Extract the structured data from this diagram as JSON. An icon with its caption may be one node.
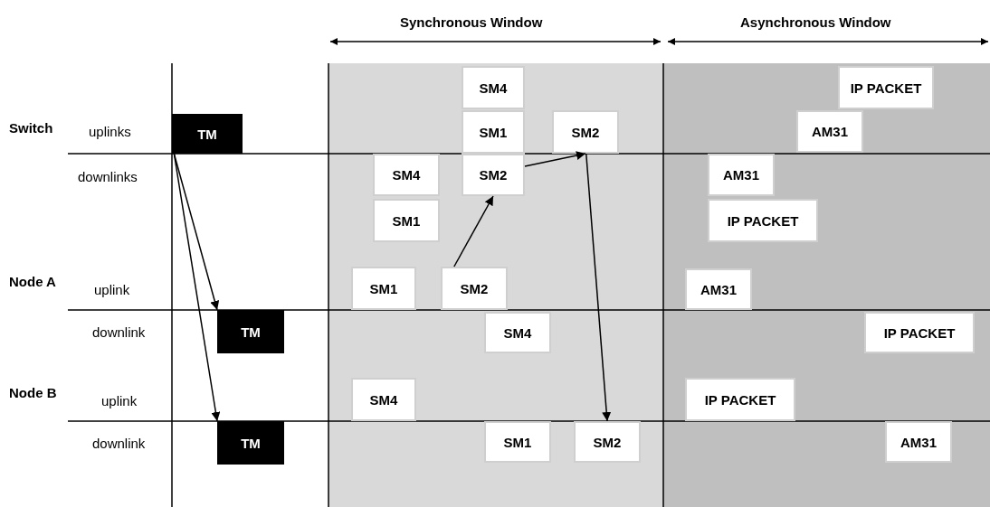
{
  "diagram": {
    "nodes": [
      {
        "text": [
          "TM"
        ]
      },
      {
        "text": [
          "SM4"
        ]
      },
      {
        "text": [
          "IP PACKET"
        ]
      },
      {
        "text": [
          "SM1"
        ]
      },
      {
        "text": [
          "SM2"
        ]
      },
      {
        "text": [
          "AM31"
        ]
      },
      {
        "text": [
          "SM4"
        ]
      },
      {
        "text": [
          "SM2"
        ]
      },
      {
        "text": [
          "AM31"
        ]
      },
      {
        "text": [
          "SM1"
        ]
      },
      {
        "text": [
          "IP PACKET"
        ]
      },
      {
        "text": [
          "SM1"
        ]
      },
      {
        "text": [
          "SM2"
        ]
      },
      {
        "text": [
          "AM31"
        ]
      },
      {
        "text": [
          "TM"
        ]
      },
      {
        "text": [
          "SM4"
        ]
      },
      {
        "text": [
          "IP PACKET"
        ]
      },
      {
        "text": [
          "SM4"
        ]
      },
      {
        "text": [
          "IP PACKET"
        ]
      },
      {
        "text": [
          "TM"
        ]
      },
      {
        "text": [
          "SM1"
        ]
      },
      {
        "text": [
          "SM2"
        ]
      },
      {
        "text": [
          "AM31"
        ]
      }
    ],
    "edges": [
      {
        "from": 0,
        "to": 14,
        "arrow": "to"
      },
      {
        "from": 0,
        "to": 19,
        "arrow": "to"
      },
      {
        "from": 12,
        "to": 7,
        "arrow": "to"
      },
      {
        "from": 7,
        "to": 4,
        "arrow": "to"
      },
      {
        "from": 4,
        "to": 21,
        "arrow": "to"
      }
    ],
    "labels": [
      "Synchronous Window",
      "Asynchronous Window",
      "Switch",
      "uplinks",
      "downlinks",
      "Node A",
      "uplink",
      "downlink",
      "Node B",
      "uplink",
      "downlink"
    ]
  }
}
